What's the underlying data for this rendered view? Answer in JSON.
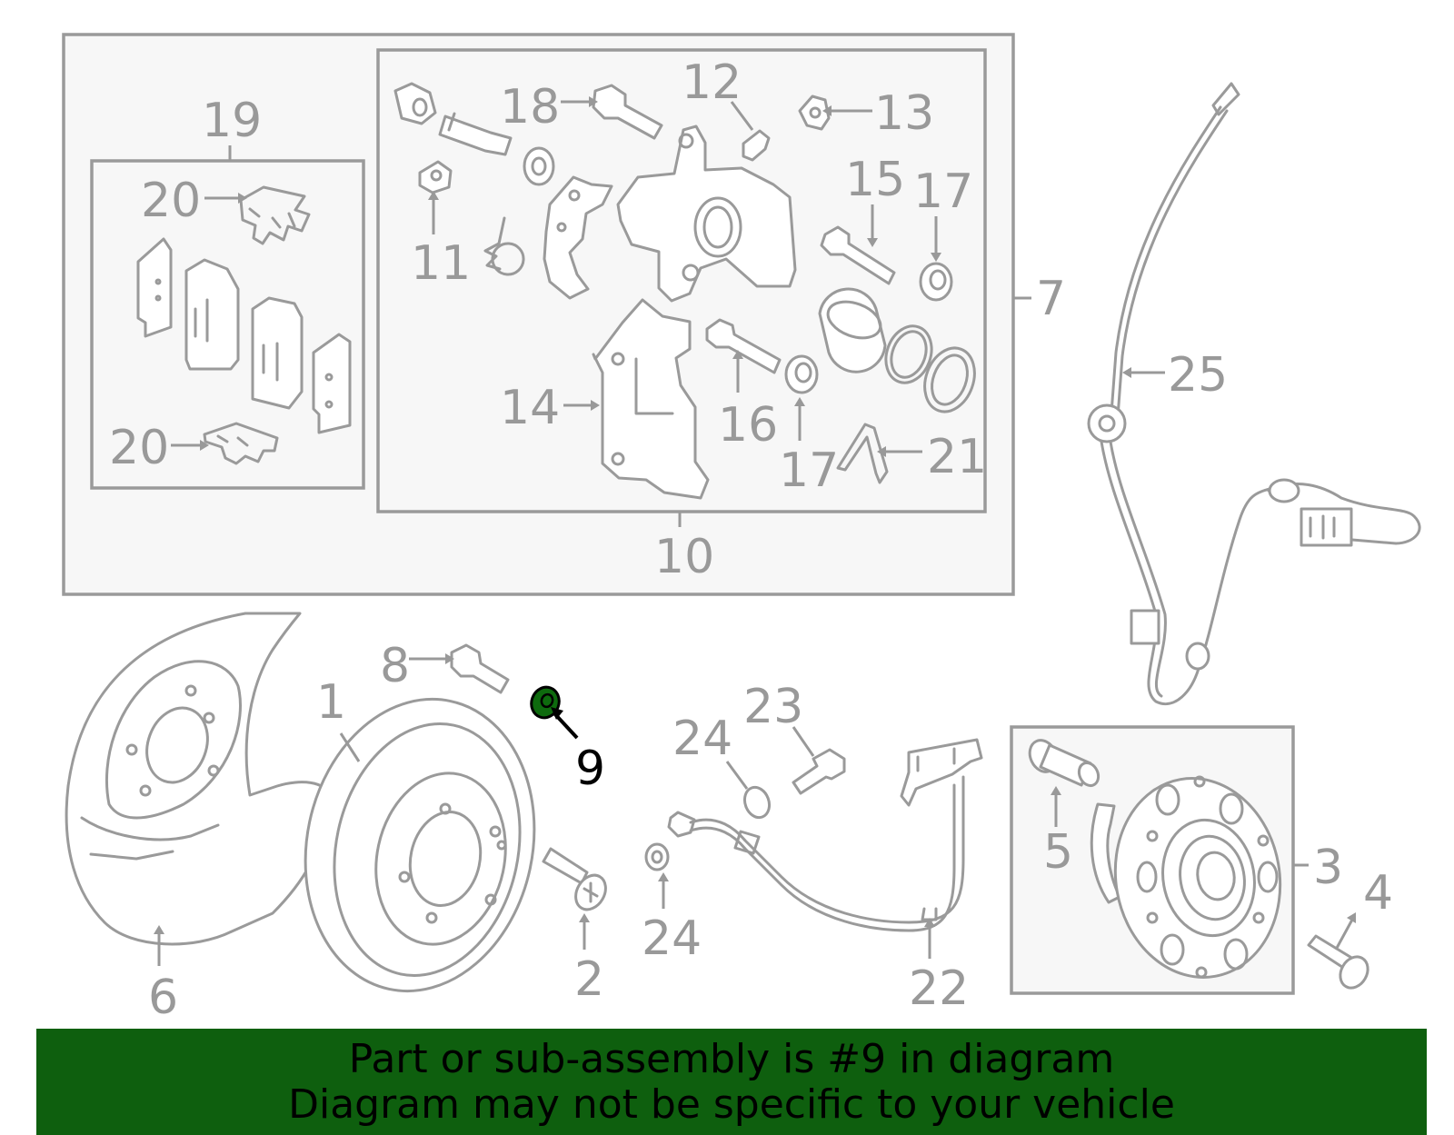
{
  "banner": {
    "line1": "Part or sub-assembly is #9 in diagram",
    "line2": "Diagram may not be specific to your vehicle",
    "color": "#0e5f0e"
  },
  "highlight": {
    "part": "9",
    "color": "#0e6b0e"
  },
  "callouts": {
    "c19": "19",
    "c20a": "20",
    "c20b": "20",
    "c18": "18",
    "c12": "12",
    "c13": "13",
    "c11": "11",
    "c15": "15",
    "c17a": "17",
    "c17b": "17",
    "c14": "14",
    "c16": "16",
    "c21": "21",
    "c7": "7",
    "c10": "10",
    "c25": "25",
    "c8": "8",
    "c1": "1",
    "c9": "9",
    "c23": "23",
    "c24a": "24",
    "c24b": "24",
    "c5": "5",
    "c3": "3",
    "c4": "4",
    "c6": "6",
    "c2": "2",
    "c22": "22"
  }
}
